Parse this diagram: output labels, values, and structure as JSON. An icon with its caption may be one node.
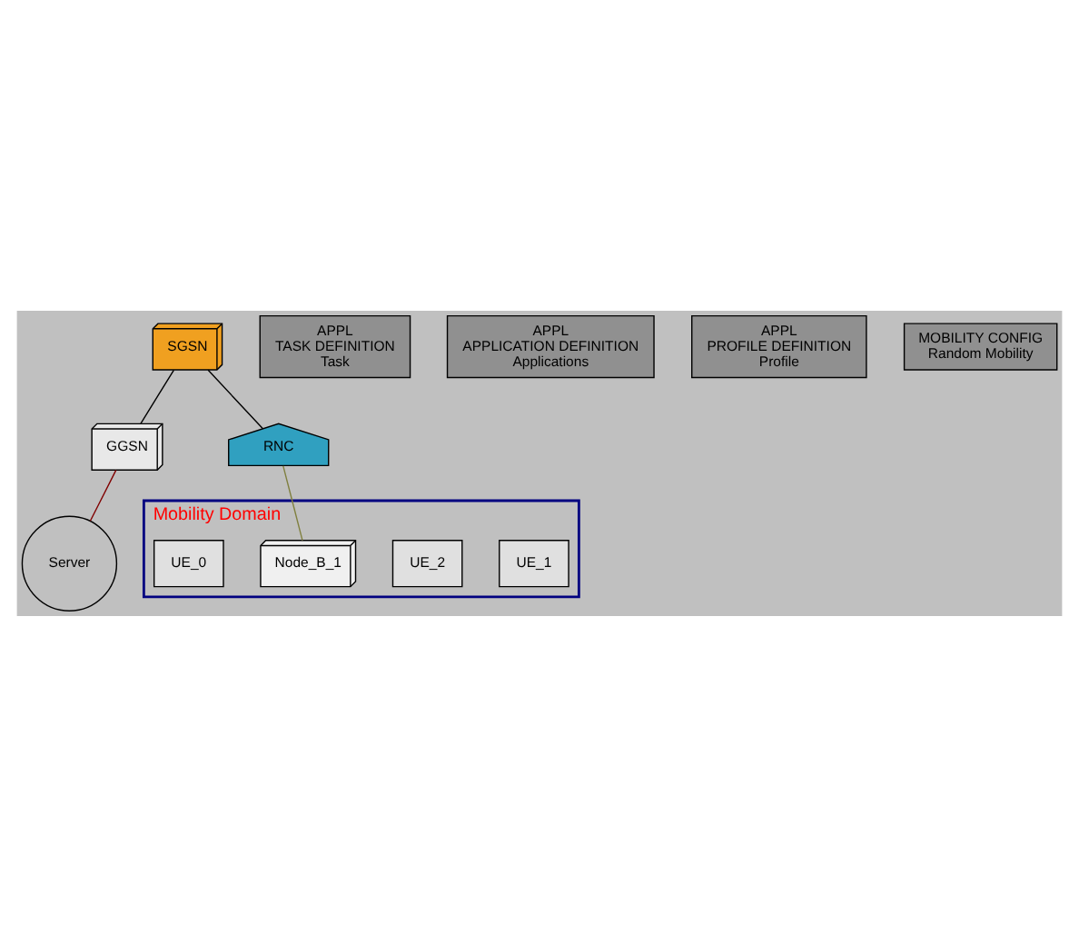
{
  "diagram": {
    "nodes": [
      {
        "text": [
          "SGSN"
        ]
      },
      {
        "text": [
          "GGSN"
        ]
      },
      {
        "text": [
          "Server"
        ]
      },
      {
        "text": [
          "RNC"
        ]
      },
      {
        "text": [
          "APPL",
          "TASK DEFINITION",
          "Task"
        ]
      },
      {
        "text": [
          "APPL",
          "APPLICATION DEFINITION",
          "Applications"
        ]
      },
      {
        "text": [
          "APPL",
          "PROFILE DEFINITION",
          "Profile"
        ]
      },
      {
        "text": [
          "Mobility Domain"
        ]
      },
      {
        "text": [
          "UE_1"
        ],
        "in": 7
      },
      {
        "text": [
          "MOBILITY CONFIG",
          "Random Mobility"
        ]
      },
      {
        "text": [
          "UE_2"
        ],
        "in": 7
      },
      {
        "text": [
          "Node_B_1"
        ],
        "in": 7
      },
      {
        "text": [
          "UE_0"
        ],
        "in": 7
      }
    ],
    "edges": [
      {
        "from": 0,
        "to": 1,
        "arrow": "none"
      },
      {
        "from": 1,
        "to": 2,
        "arrow": "none",
        "color": "#800000"
      },
      {
        "from": 0,
        "to": 3,
        "arrow": "none"
      },
      {
        "from": 3,
        "to": 11,
        "arrow": "none",
        "color": "#808040"
      }
    ]
  }
}
